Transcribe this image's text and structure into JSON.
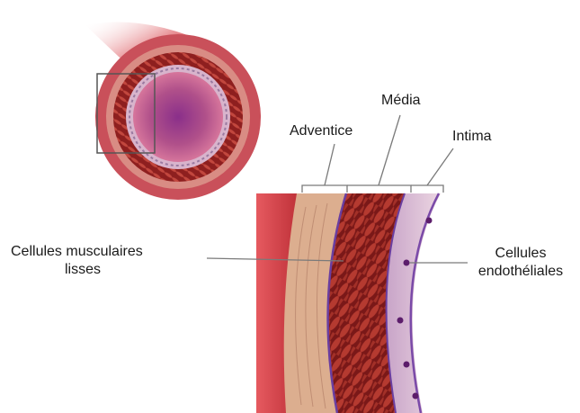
{
  "labels": {
    "adventice": "Adventice",
    "media": "Média",
    "intima": "Intima",
    "smooth_muscle_line1": "Cellules musculaires",
    "smooth_muscle_line2": "lisses",
    "endothelial_line1": "Cellules",
    "endothelial_line2": "endothéliales"
  },
  "colors": {
    "vessel_outer": "#b8343a",
    "adventitia": "#d7a98c",
    "media_muscle": "#8e1f1f",
    "intima": "#c9a3c7",
    "lumen": "#b0508a",
    "endothelial_nuclei": "#5c1d6b",
    "leader_line": "#7a7a7a"
  }
}
